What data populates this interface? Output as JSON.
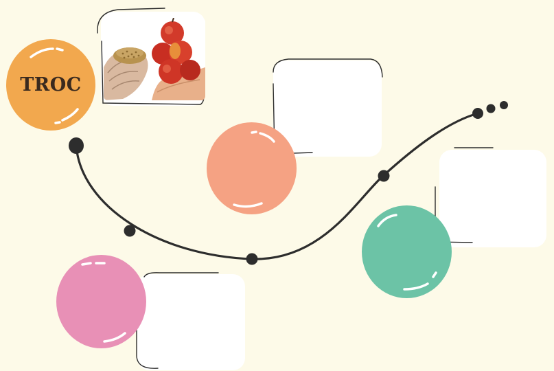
{
  "diagram": {
    "colors": {
      "background": "#fdfae8",
      "orange": "#f2a84e",
      "salmon": "#f5a283",
      "green": "#6cc3a6",
      "pink": "#e890b6",
      "path": "#2d2d2d",
      "card": "#ffffff"
    },
    "nodes": [
      {
        "id": "troc",
        "label": "TROC",
        "color": "#f2a84e",
        "image": "hands-holding-grain-and-apples-photo"
      },
      {
        "id": "node-2",
        "label": "",
        "color": "#f5a283"
      },
      {
        "id": "node-3",
        "label": "",
        "color": "#6cc3a6"
      },
      {
        "id": "node-4",
        "label": "",
        "color": "#e890b6"
      }
    ],
    "path": {
      "style": "curved-timeline",
      "markers": 5,
      "trailing": "ellipsis-dots"
    }
  }
}
